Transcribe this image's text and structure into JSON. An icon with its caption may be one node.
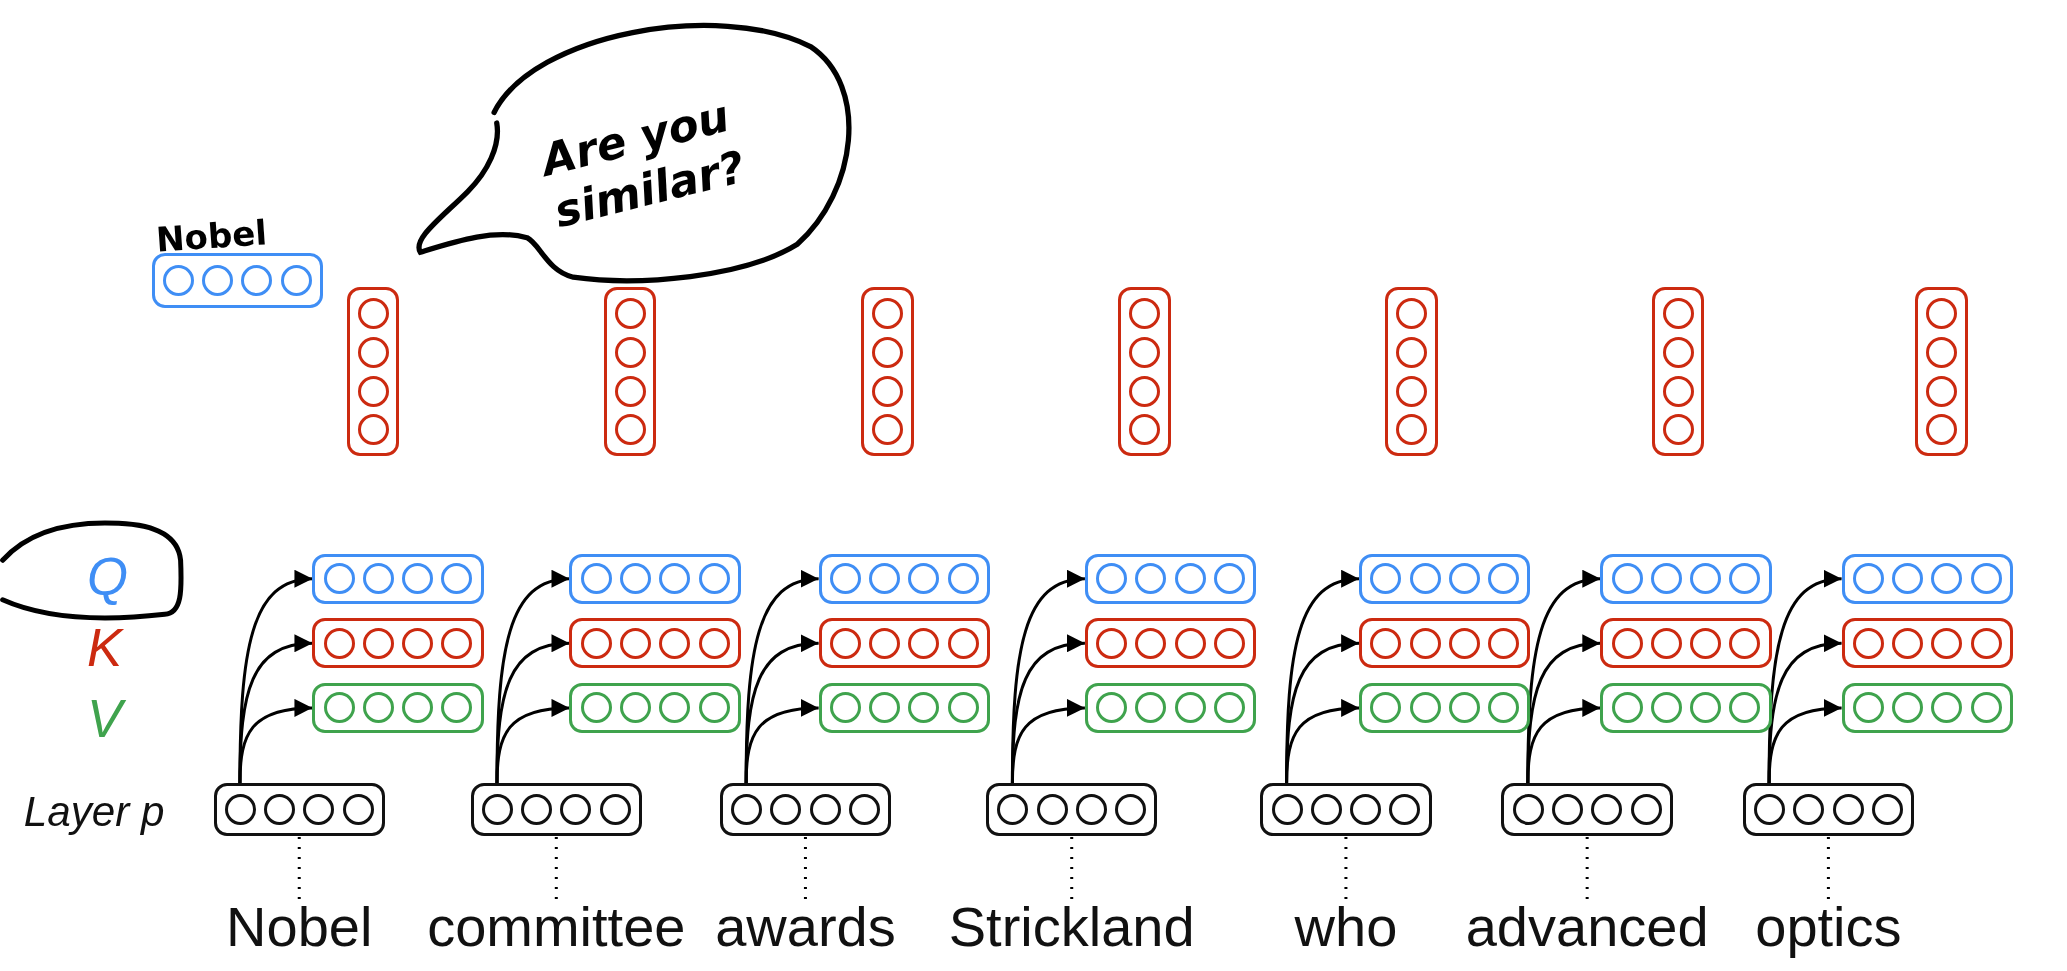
{
  "diagram": {
    "nodes": [
      {
        "text": [
          "Nobel"
        ]
      },
      {
        "text": [
          "Are you similar?"
        ]
      },
      {
        "text": [],
        "shape": "box"
      },
      {
        "text": [],
        "shape": "box"
      },
      {
        "text": [],
        "shape": "box"
      },
      {
        "text": [],
        "shape": "box"
      },
      {
        "text": [],
        "shape": "box"
      },
      {
        "text": [],
        "shape": "box"
      },
      {
        "text": [],
        "shape": "box"
      },
      {
        "text": [],
        "shape": "box"
      },
      {
        "text": [],
        "shape": "box"
      },
      {
        "text": [],
        "shape": "box"
      },
      {
        "text": [],
        "shape": "box"
      },
      {
        "text": [
          "Nobel"
        ]
      },
      {
        "text": [],
        "shape": "box"
      },
      {
        "text": [],
        "shape": "box"
      },
      {
        "text": [],
        "shape": "box"
      },
      {
        "text": [],
        "shape": "box"
      },
      {
        "text": [
          "committee"
        ]
      },
      {
        "text": [],
        "shape": "box"
      },
      {
        "text": [],
        "shape": "box"
      },
      {
        "text": [],
        "shape": "box"
      },
      {
        "text": [],
        "shape": "box"
      },
      {
        "text": [
          "awards"
        ]
      },
      {
        "text": [],
        "shape": "box"
      },
      {
        "text": [],
        "shape": "box"
      },
      {
        "text": [],
        "shape": "box"
      },
      {
        "text": [],
        "shape": "box"
      },
      {
        "text": [
          "Strickland"
        ]
      },
      {
        "text": [],
        "shape": "box"
      },
      {
        "text": [],
        "shape": "box"
      },
      {
        "text": [],
        "shape": "box"
      },
      {
        "text": [],
        "shape": "box"
      },
      {
        "text": [
          "who"
        ]
      },
      {
        "text": [],
        "shape": "box"
      },
      {
        "text": [],
        "shape": "box"
      },
      {
        "text": [],
        "shape": "box"
      },
      {
        "text": [],
        "shape": "box"
      },
      {
        "text": [
          "advanced"
        ]
      },
      {
        "text": [],
        "shape": "box"
      },
      {
        "text": [],
        "shape": "box"
      },
      {
        "text": [],
        "shape": "box"
      },
      {
        "text": [],
        "shape": "box"
      },
      {
        "text": [
          "optics"
        ]
      }
    ],
    "edges": [
      {
        "from": 12,
        "to": 9,
        "arrow": "to"
      },
      {
        "from": 12,
        "to": 10,
        "arrow": "to"
      },
      {
        "from": 12,
        "to": 11,
        "arrow": "to"
      },
      {
        "from": 13,
        "to": 12,
        "arrow": "none",
        "style": "dashed"
      },
      {
        "from": 17,
        "to": 14,
        "arrow": "to"
      },
      {
        "from": 17,
        "to": 15,
        "arrow": "to"
      },
      {
        "from": 17,
        "to": 16,
        "arrow": "to"
      },
      {
        "from": 18,
        "to": 17,
        "arrow": "none",
        "style": "dashed"
      },
      {
        "from": 22,
        "to": 19,
        "arrow": "to"
      },
      {
        "from": 22,
        "to": 20,
        "arrow": "to"
      },
      {
        "from": 22,
        "to": 21,
        "arrow": "to"
      },
      {
        "from": 23,
        "to": 22,
        "arrow": "none",
        "style": "dashed"
      },
      {
        "from": 27,
        "to": 24,
        "arrow": "to"
      },
      {
        "from": 27,
        "to": 25,
        "arrow": "to"
      },
      {
        "from": 27,
        "to": 26,
        "arrow": "to"
      },
      {
        "from": 28,
        "to": 27,
        "arrow": "none",
        "style": "dashed"
      },
      {
        "from": 32,
        "to": 29,
        "arrow": "to"
      },
      {
        "from": 32,
        "to": 30,
        "arrow": "to"
      },
      {
        "from": 32,
        "to": 31,
        "arrow": "to"
      },
      {
        "from": 33,
        "to": 32,
        "arrow": "none",
        "style": "dashed"
      },
      {
        "from": 37,
        "to": 34,
        "arrow": "to"
      },
      {
        "from": 37,
        "to": 35,
        "arrow": "to"
      },
      {
        "from": 37,
        "to": 36,
        "arrow": "to"
      },
      {
        "from": 38,
        "to": 37,
        "arrow": "none",
        "style": "dashed"
      },
      {
        "from": 42,
        "to": 39,
        "arrow": "to"
      },
      {
        "from": 42,
        "to": 40,
        "arrow": "to"
      },
      {
        "from": 42,
        "to": 41,
        "arrow": "to"
      },
      {
        "from": 43,
        "to": 42,
        "arrow": "none",
        "style": "dashed"
      }
    ],
    "labels": [
      "Q",
      "K",
      "V",
      "Layer p"
    ]
  }
}
